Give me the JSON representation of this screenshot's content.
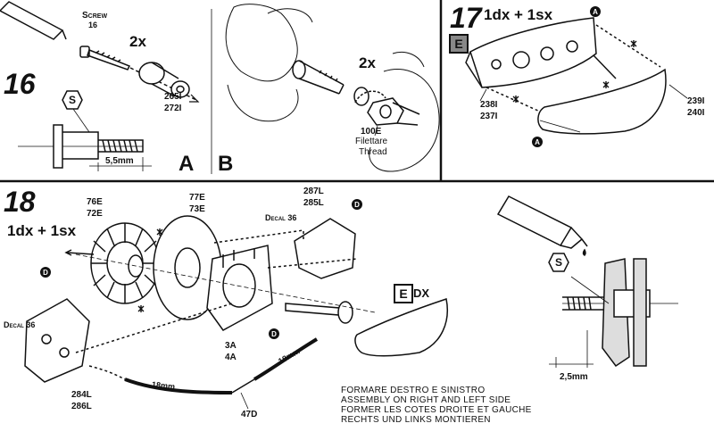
{
  "steps": {
    "s16": "16",
    "s17": "17",
    "s18": "18"
  },
  "panel16": {
    "screw_label": "Screw",
    "screw_no": "16",
    "qty": "2x",
    "parts": [
      "265I",
      "272I"
    ],
    "hex_symbol": "S",
    "dimension": "5,5mm",
    "sub_a": "A"
  },
  "panelB": {
    "sub_b": "B",
    "qty": "2x",
    "part": "100E",
    "thread_it": "Filettare",
    "thread_en": "Thread"
  },
  "panel17": {
    "qty": "1dx + 1sx",
    "badge": "E",
    "circle_a": "A",
    "left_parts": [
      "238I",
      "237I"
    ],
    "right_parts": [
      "239I",
      "240I"
    ]
  },
  "panel18": {
    "qty": "1dx + 1sx",
    "decal_top": "Decal 36",
    "decal_left": "Decal 36",
    "circle_d": "D",
    "parts_disc": [
      "76E",
      "72E"
    ],
    "parts_rotor": [
      "77E",
      "73E"
    ],
    "parts_caliper_r": [
      "287L",
      "285L"
    ],
    "parts_caliper_l": [
      "284L",
      "286L"
    ],
    "parts_center": [
      "3A",
      "4A"
    ],
    "part_tee": "47D",
    "hose_len": "18mm",
    "edx_badge": "E",
    "edx_suffix": "DX",
    "hex_symbol": "S",
    "dimension": "2,5mm",
    "note": [
      "FORMARE DESTRO E SINISTRO",
      "ASSEMBLY ON RIGHT AND LEFT SIDE",
      "FORMER LES COTES DROITE ET GAUCHE",
      "RECHTS UND LINKS MONTIEREN"
    ]
  }
}
